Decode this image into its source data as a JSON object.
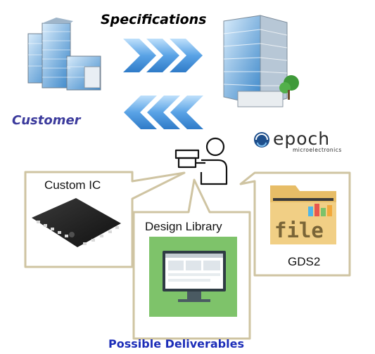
{
  "header": {
    "specifications": "Specifications"
  },
  "customer": {
    "label": "Customer"
  },
  "epoch": {
    "name": "epoch",
    "sub": "microelectronics"
  },
  "deliverables": {
    "custom_ic": "Custom IC",
    "design_library": "Design Library",
    "gds2": "GDS2",
    "file_icon_text": "file"
  },
  "footer": {
    "possible_deliverables": "Possible Deliverables"
  },
  "colors": {
    "arrow": "#5aa3e6",
    "callout_border": "#cfc4a2",
    "customer_text": "#3b3a9c",
    "footer_text": "#1c2db8",
    "library_bg": "#7ec36a",
    "folder": "#f1cf85"
  }
}
